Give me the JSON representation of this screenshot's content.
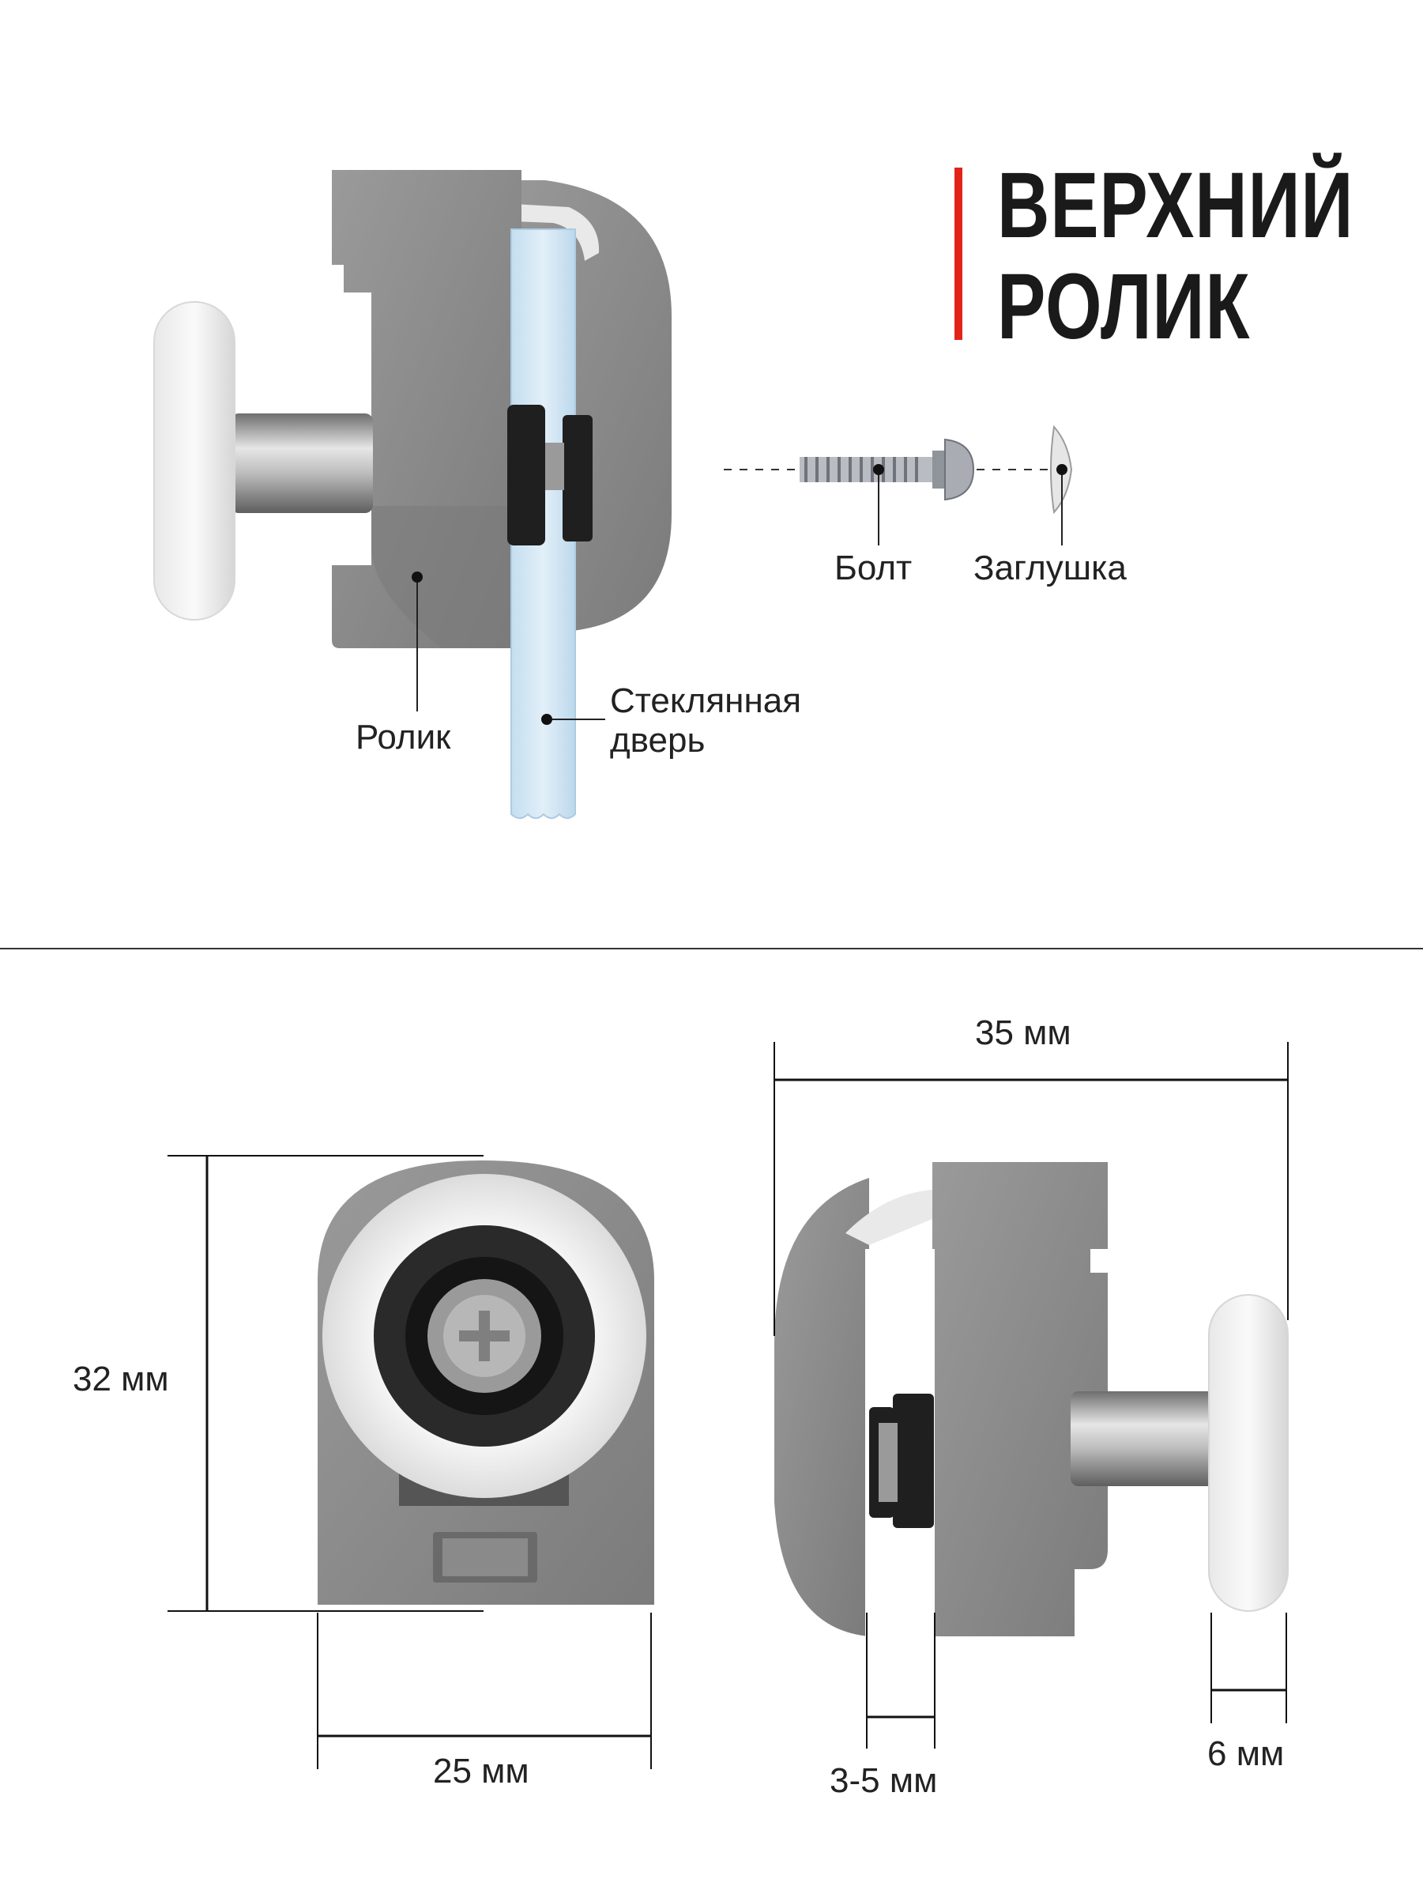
{
  "title": {
    "line1": "ВЕРХНИЙ",
    "line2": "РОЛИК"
  },
  "labels": {
    "roller": "Ролик",
    "glass_door": "Стеклянная\nдверь",
    "glass_door_line1": "Стеклянная",
    "glass_door_line2": "дверь",
    "bolt": "Болт",
    "cap": "Заглушка"
  },
  "dimensions": {
    "height": "32 мм",
    "width_front": "25 мм",
    "depth": "35 мм",
    "glass_thickness": "3-5 мм",
    "wheel_width": "6 мм"
  },
  "colors": {
    "accent": "#e2231a",
    "housing": "#8c8c8c",
    "glass": "#cfe4f1",
    "wheel": "#f2f2f2",
    "line": "#222222"
  },
  "icons": [
    "roller-assembly-side",
    "bolt-icon",
    "cap-icon",
    "roller-front-view",
    "roller-side-view"
  ]
}
